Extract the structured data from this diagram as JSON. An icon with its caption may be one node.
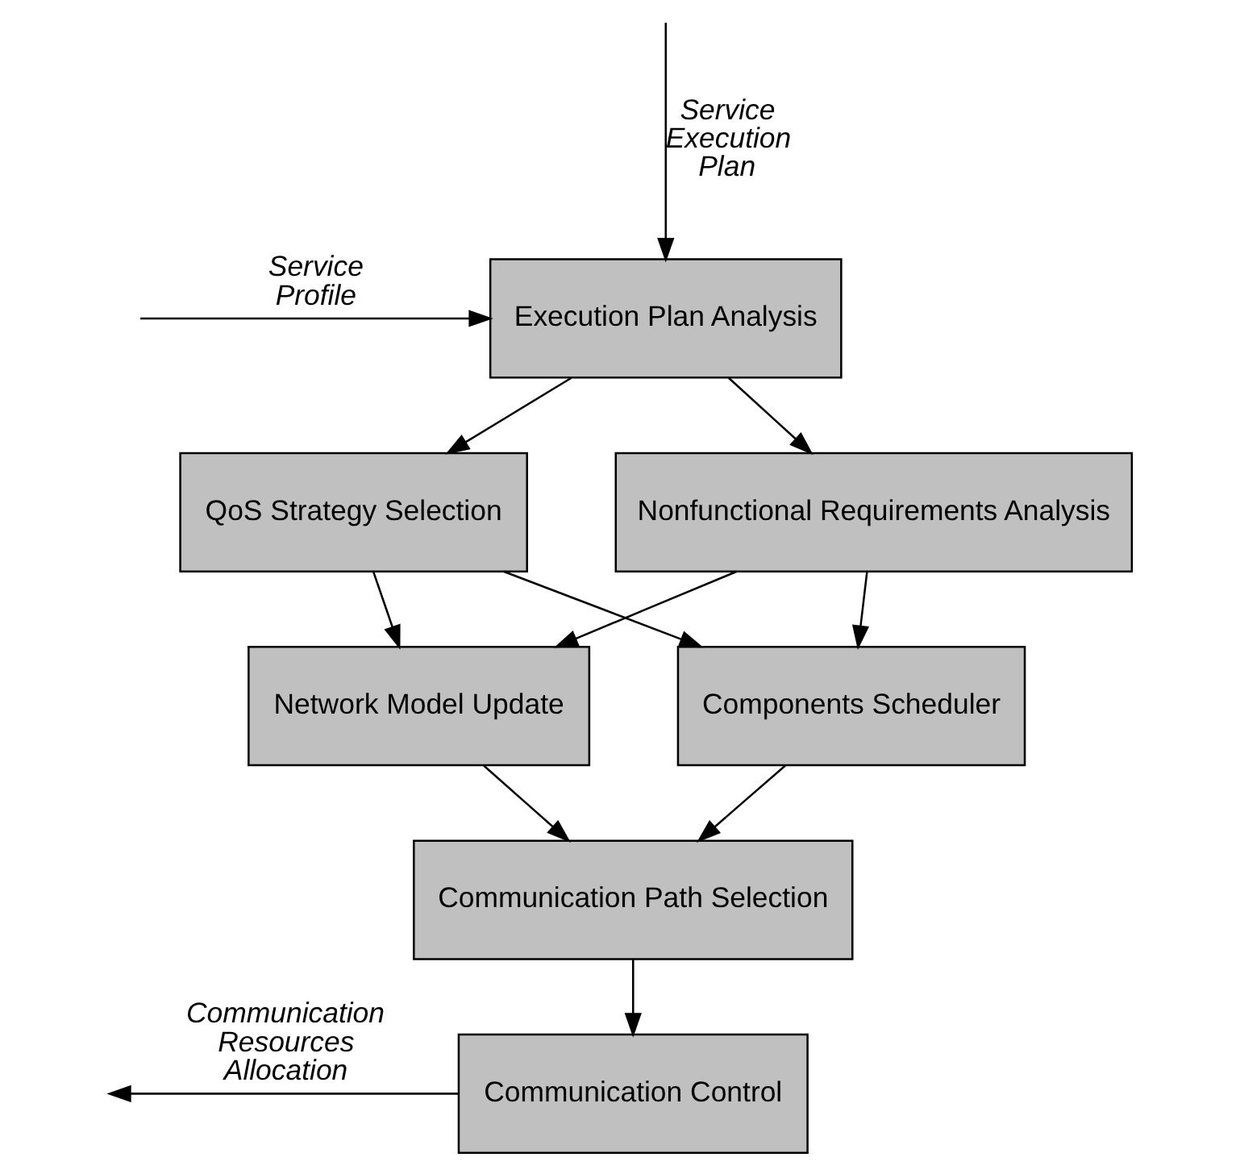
{
  "diagram": {
    "nodes": [
      {
        "text": [
          "Execution Plan Analysis"
        ]
      },
      {
        "text": [
          "QoS Strategy Selection"
        ]
      },
      {
        "text": [
          "Nonfunctional Requirements Analysis"
        ]
      },
      {
        "text": [
          "Network Model Update"
        ]
      },
      {
        "text": [
          "Components Scheduler"
        ]
      },
      {
        "text": [
          "Communication Path Selection"
        ]
      },
      {
        "text": [
          "Communication Control"
        ]
      }
    ],
    "edges": [
      {
        "from": null,
        "to": 0,
        "arrow": "to",
        "label": "Service Profile"
      },
      {
        "from": null,
        "to": 0,
        "arrow": "to",
        "label": "Service Execution Plan"
      },
      {
        "from": 0,
        "to": 1,
        "arrow": "to"
      },
      {
        "from": 0,
        "to": 2,
        "arrow": "to"
      },
      {
        "from": 1,
        "to": 3,
        "arrow": "to"
      },
      {
        "from": 1,
        "to": 4,
        "arrow": "to"
      },
      {
        "from": 2,
        "to": 3,
        "arrow": "to"
      },
      {
        "from": 2,
        "to": 4,
        "arrow": "to"
      },
      {
        "from": 3,
        "to": 5,
        "arrow": "to"
      },
      {
        "from": 4,
        "to": 5,
        "arrow": "to"
      },
      {
        "from": 5,
        "to": 6,
        "arrow": "to"
      },
      {
        "from": 6,
        "to": null,
        "arrow": "to",
        "label": "Communication Resources Allocation"
      }
    ]
  }
}
